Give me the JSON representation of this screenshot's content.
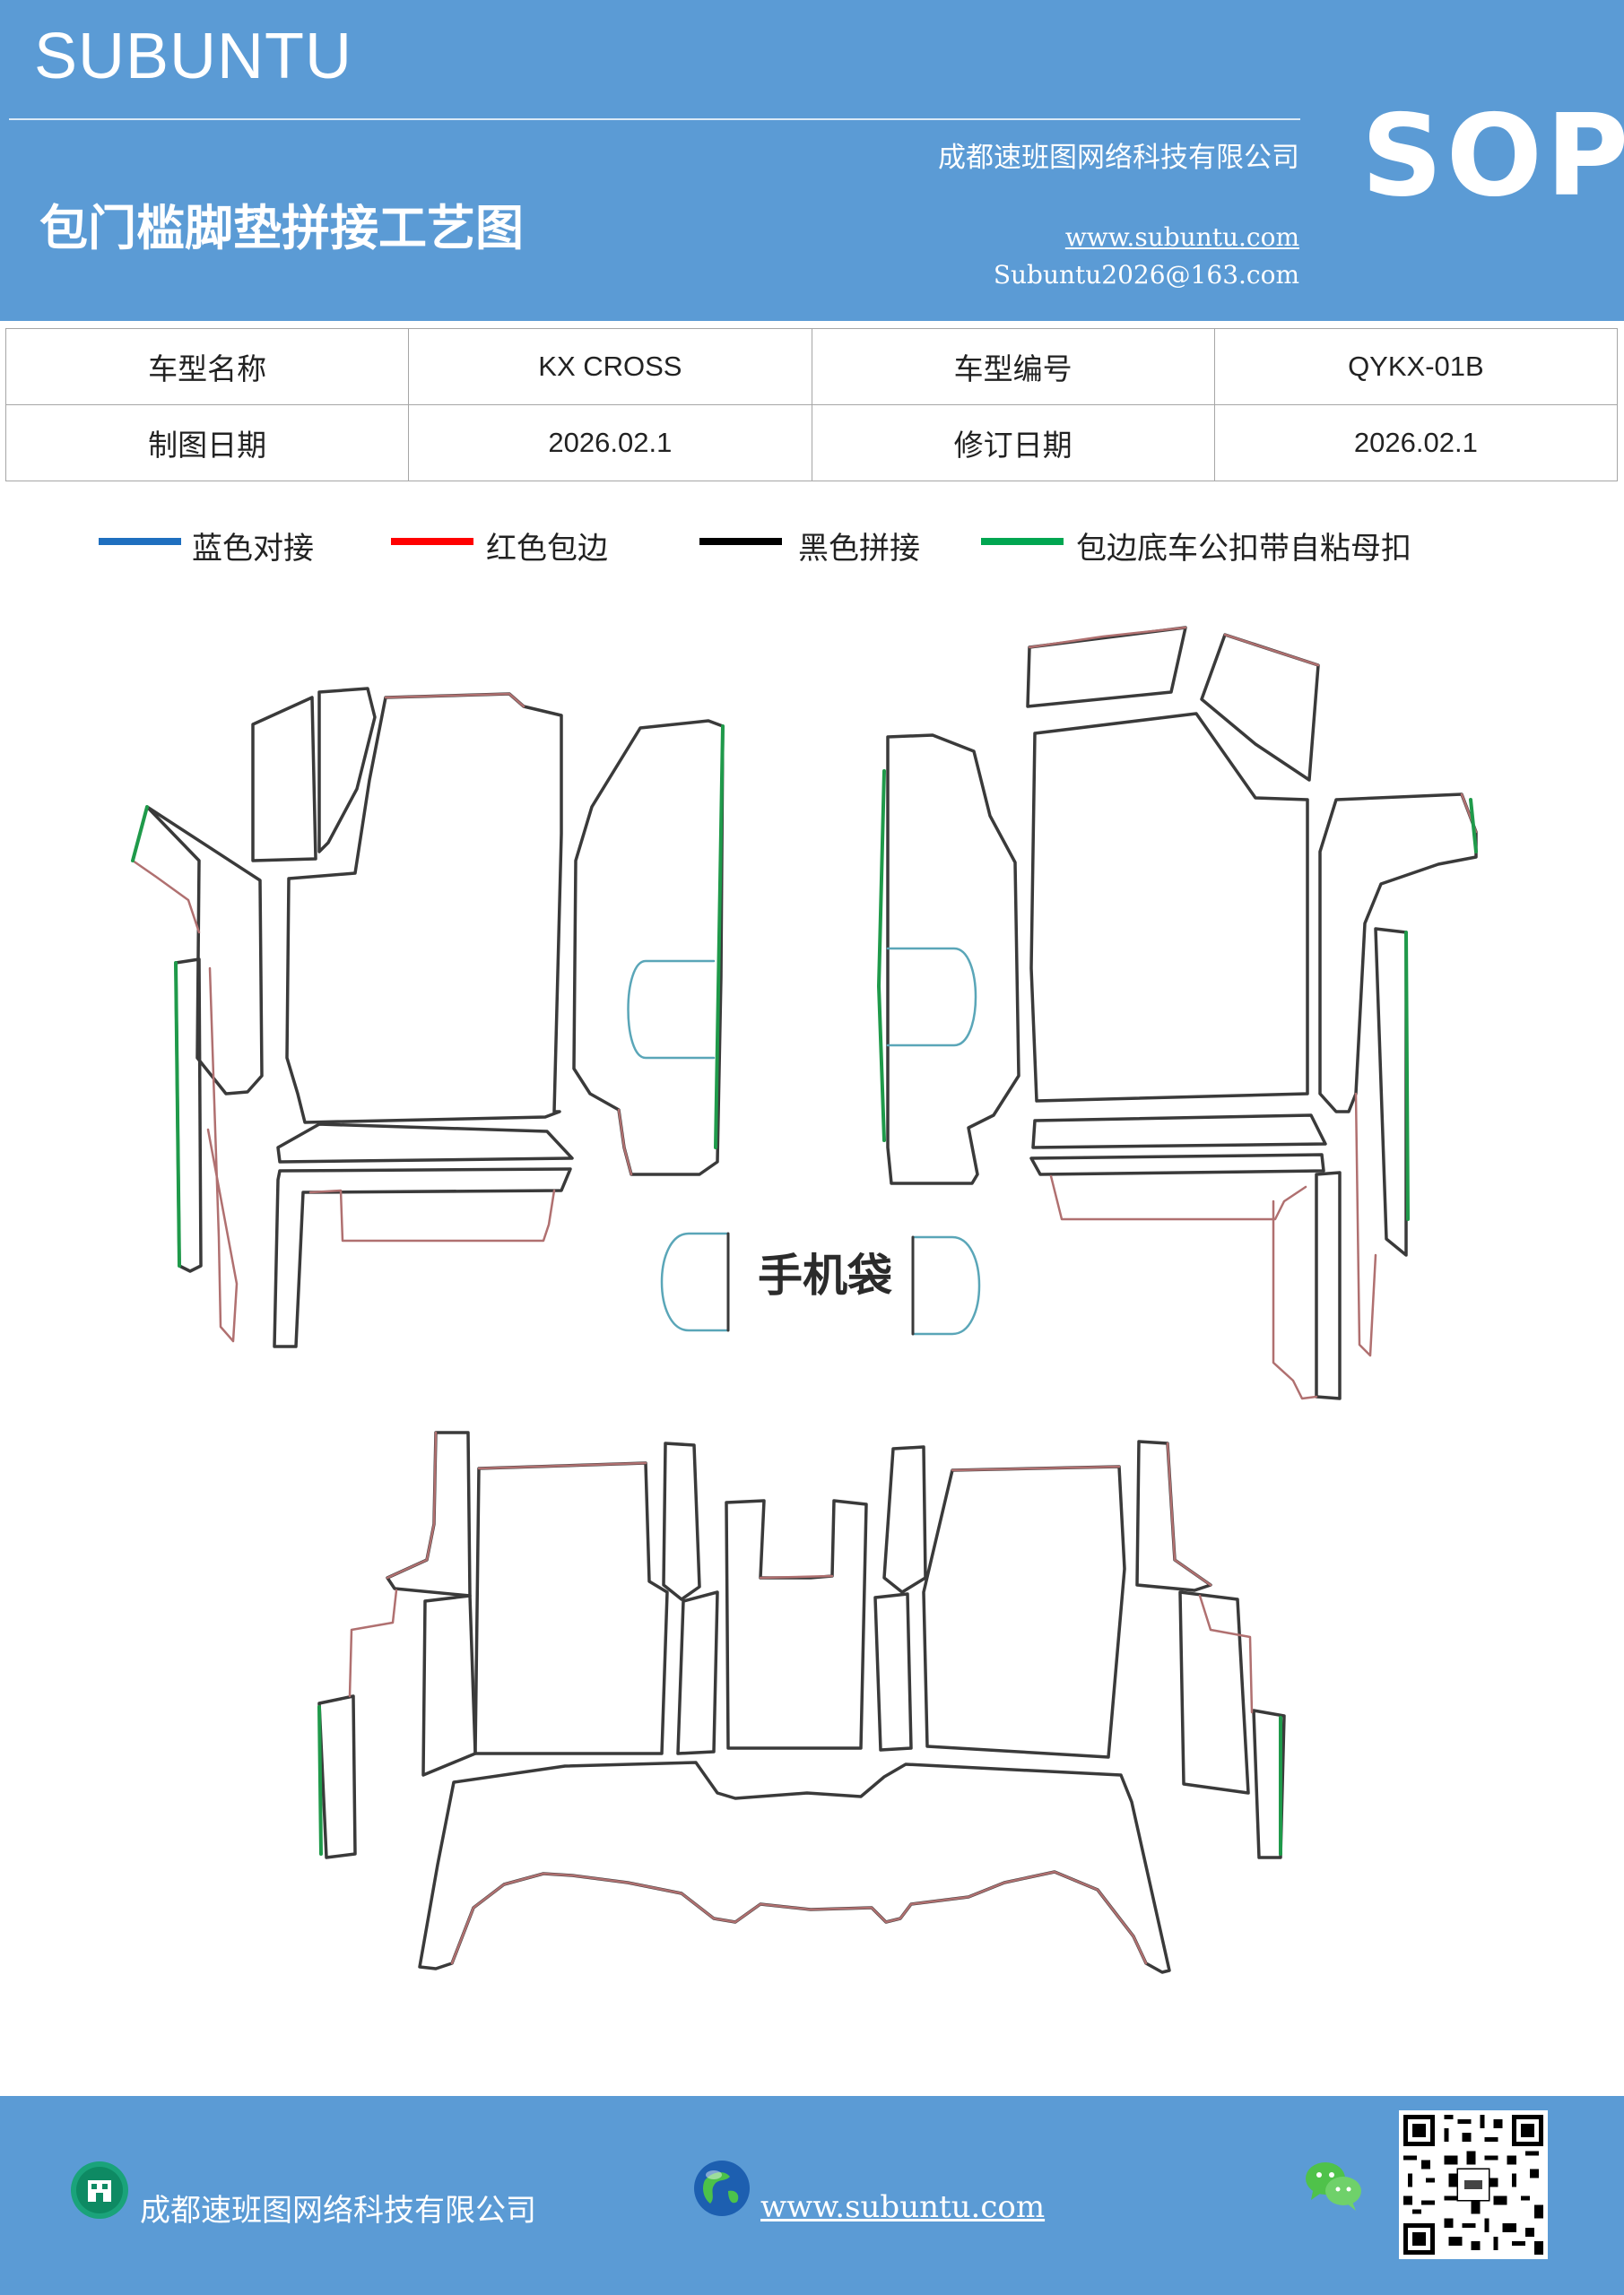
{
  "header": {
    "brand": "SUBUNTU",
    "title": "包门槛脚垫拼接工艺图",
    "company": "成都速班图网络科技有限公司",
    "website": "www.subuntu.com",
    "email": "Subuntu2026@163.com",
    "badge": "SOP"
  },
  "info_table": {
    "rows": [
      [
        "车型名称",
        "KX  CROSS",
        "车型编号",
        "QYKX-01B"
      ],
      [
        "制图日期",
        "2026.02.1",
        "修订日期",
        "2026.02.1"
      ]
    ]
  },
  "legend": [
    {
      "label": "蓝色对接",
      "color": "#1f6fbf"
    },
    {
      "label": "红色包边",
      "color": "#ff0000"
    },
    {
      "label": "黑色拼接",
      "color": "#000000"
    },
    {
      "label": "包边底车公扣带自粘母扣",
      "color": "#00a651"
    }
  ],
  "diagram": {
    "pocket_label": "手机袋",
    "colors": {
      "outline": "#3a3a3a",
      "edge": "#b07070",
      "green": "#1f9a4a",
      "blue": "#5aa6b8"
    }
  },
  "footer": {
    "company": "成都速班图网络科技有限公司",
    "website": "www.subuntu.com"
  },
  "colors": {
    "header_bg": "#5b9bd5"
  }
}
